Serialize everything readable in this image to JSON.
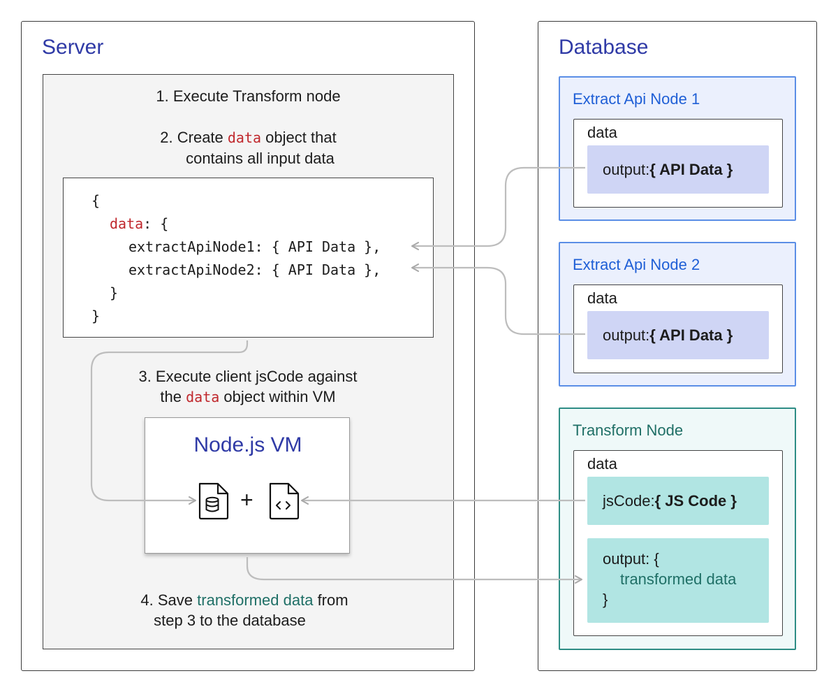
{
  "server": {
    "title": "Server",
    "step1": "1. Execute Transform node",
    "step2": {
      "prefix": "2. Create ",
      "keyword": "data",
      "suffix": " object that",
      "line2": "contains all input data"
    },
    "code": {
      "open": "{",
      "data_key": "data",
      "data_open": ": {",
      "line1": "extractApiNode1: { API Data },",
      "line2": "extractApiNode2: { API Data },",
      "inner_close": "}",
      "close": "}"
    },
    "step3": {
      "line1": "3. Execute client jsCode against",
      "prefix": "the ",
      "keyword": "data",
      "suffix": " object within VM"
    },
    "vm": {
      "title": "Node.js VM",
      "plus": "+"
    },
    "step4": {
      "prefix": "4. Save ",
      "highlight": "transformed data",
      "suffix": " from",
      "line2": "step 3 to the database"
    }
  },
  "database": {
    "title": "Database",
    "nodes": [
      {
        "title": "Extract Api Node 1",
        "data_label": "data",
        "output_label": "output: ",
        "output_value": "{ API Data }"
      },
      {
        "title": "Extract Api Node 2",
        "data_label": "data",
        "output_label": "output: ",
        "output_value": "{ API Data }"
      }
    ],
    "transform": {
      "title": "Transform Node",
      "data_label": "data",
      "jscode_label": "jsCode: ",
      "jscode_value": "{ JS Code }",
      "output_open": "output: {",
      "output_value": "transformed data",
      "output_close": "}"
    }
  },
  "icons": {
    "database_file": "database-file-icon",
    "code_file": "code-file-icon"
  },
  "colors": {
    "title_blue": "#2f3aa6",
    "node_blue": "#1f5fd6",
    "node_teal": "#1f6f66",
    "keyword_red": "#c0282d"
  }
}
